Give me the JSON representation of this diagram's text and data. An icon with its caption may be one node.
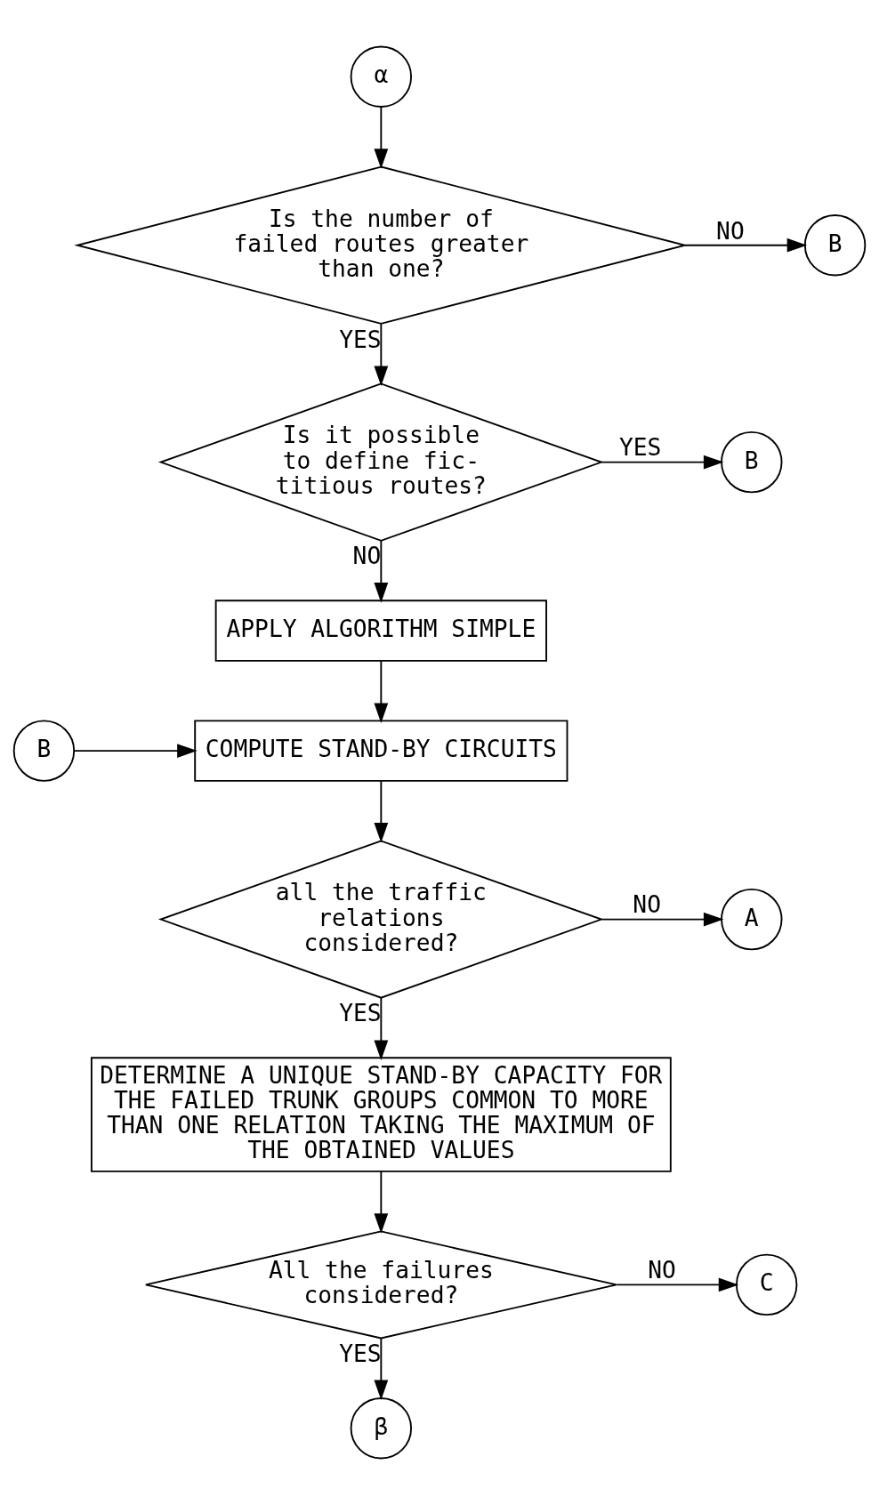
{
  "diagram": {
    "nodes": [
      {
        "text": [
          "α"
        ]
      },
      {
        "text": [
          "Is the number of failed routes greater than one?"
        ]
      },
      {
        "text": [
          "B"
        ]
      },
      {
        "text": [
          "Is it possible to define fic- titious routes?"
        ]
      },
      {
        "text": [
          "B"
        ]
      },
      {
        "text": [
          "APPLY ALGORITHM SIMPLE"
        ]
      },
      {
        "text": [
          "B"
        ]
      },
      {
        "text": [
          "COMPUTE STAND-BY CIRCUITS"
        ]
      },
      {
        "text": [
          "all the traffic relations considered?"
        ]
      },
      {
        "text": [
          "A"
        ]
      },
      {
        "text": [
          "DETERMINE A UNIQUE STAND-BY CAPACITY FOR THE FAILED TRUNK GROUPS COMMON TO MORE THAN ONE RELATION TAKING THE MAXIMUM OF THE OBTAINED VALUES"
        ]
      },
      {
        "text": [
          "All the failures considered?"
        ]
      },
      {
        "text": [
          "C"
        ]
      },
      {
        "text": [
          "β"
        ]
      }
    ],
    "edges": [
      {
        "from": 0,
        "to": 1,
        "arrow": "to"
      },
      {
        "from": 1,
        "to": 2,
        "arrow": "to",
        "label": "NO"
      },
      {
        "from": 1,
        "to": 3,
        "arrow": "to",
        "label": "YES"
      },
      {
        "from": 3,
        "to": 4,
        "arrow": "to",
        "label": "YES"
      },
      {
        "from": 3,
        "to": 5,
        "arrow": "to",
        "label": "NO"
      },
      {
        "from": 5,
        "to": 7,
        "arrow": "to"
      },
      {
        "from": 6,
        "to": 7,
        "arrow": "to"
      },
      {
        "from": 7,
        "to": 8,
        "arrow": "to"
      },
      {
        "from": 8,
        "to": 9,
        "arrow": "to",
        "label": "NO"
      },
      {
        "from": 8,
        "to": 10,
        "arrow": "to",
        "label": "YES"
      },
      {
        "from": 10,
        "to": 11,
        "arrow": "to"
      },
      {
        "from": 11,
        "to": 12,
        "arrow": "to",
        "label": "NO"
      },
      {
        "from": 11,
        "to": 13,
        "arrow": "to",
        "label": "YES"
      }
    ]
  }
}
